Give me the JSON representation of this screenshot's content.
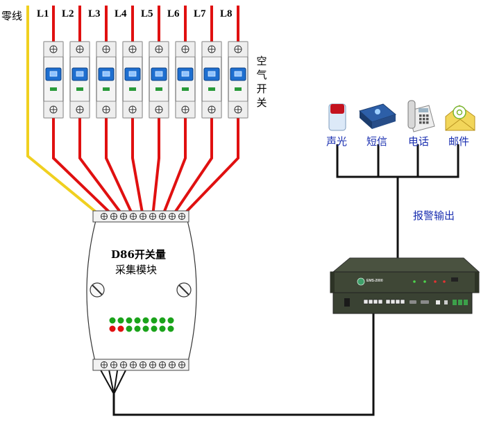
{
  "labels": {
    "neutral": "零线",
    "phases": [
      "L1",
      "L2",
      "L3",
      "L4",
      "L5",
      "L6",
      "L7",
      "L8"
    ],
    "breaker_caption_chars": [
      "空",
      "气",
      "开",
      "关"
    ],
    "module_line1": "D86开关量",
    "module_line2": "采集模块",
    "alarm_output": "报警输出"
  },
  "outputs": [
    {
      "label": "声光",
      "icon": "siren-icon"
    },
    {
      "label": "短信",
      "icon": "sms-modem-icon"
    },
    {
      "label": "电话",
      "icon": "telephone-icon"
    },
    {
      "label": "邮件",
      "icon": "email-icon"
    }
  ],
  "device": {
    "model": "EMS-2000"
  },
  "colors": {
    "phase_wire": "#e01010",
    "neutral_wire": "#f0d020",
    "signal_wire": "#111111",
    "breaker_blue": "#1e6fd0",
    "led_green": "#1aa31a",
    "led_red": "#e01010"
  }
}
